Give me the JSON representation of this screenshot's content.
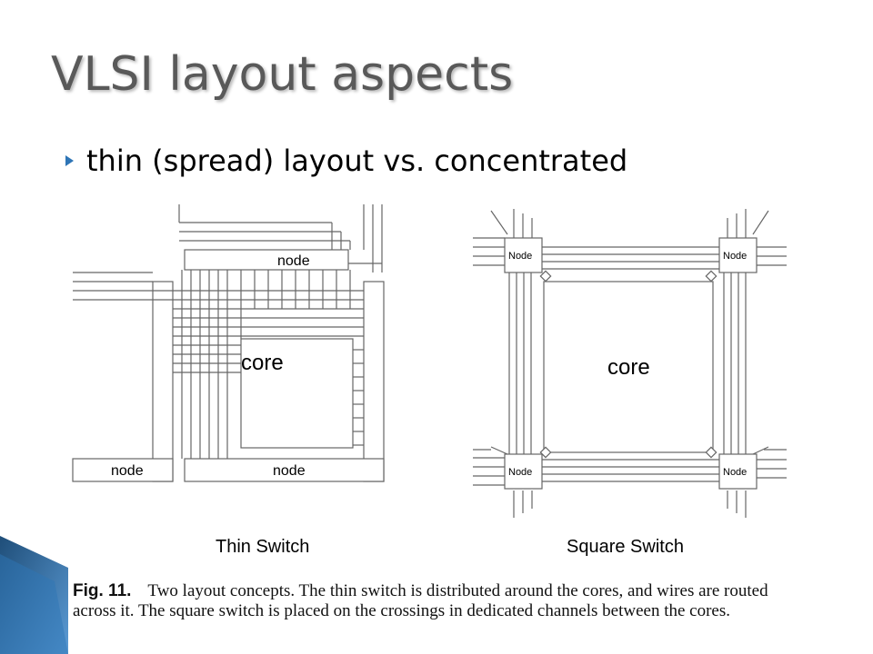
{
  "slide": {
    "title": "VLSI layout aspects",
    "bullet": "thin (spread) layout vs. concentrated"
  },
  "thin_switch": {
    "label": "Thin Switch",
    "node_top": "node",
    "node_bottom_left": "node",
    "node_bottom_right": "node",
    "core": "core"
  },
  "square_switch": {
    "label": "Square Switch",
    "core": "core",
    "node_tl": "Node",
    "node_tr": "Node",
    "node_bl": "Node",
    "node_br": "Node"
  },
  "caption": {
    "label": "Fig. 11.",
    "text": "Two layout concepts. The thin switch is distributed around the cores, and wires are routed across it. The square switch is placed on the crossings in dedicated channels between the cores."
  },
  "colors": {
    "bullet": "#2e75b6",
    "title": "#595959",
    "deco_dark": "#1f4e79",
    "deco_light": "#5b9bd5"
  }
}
